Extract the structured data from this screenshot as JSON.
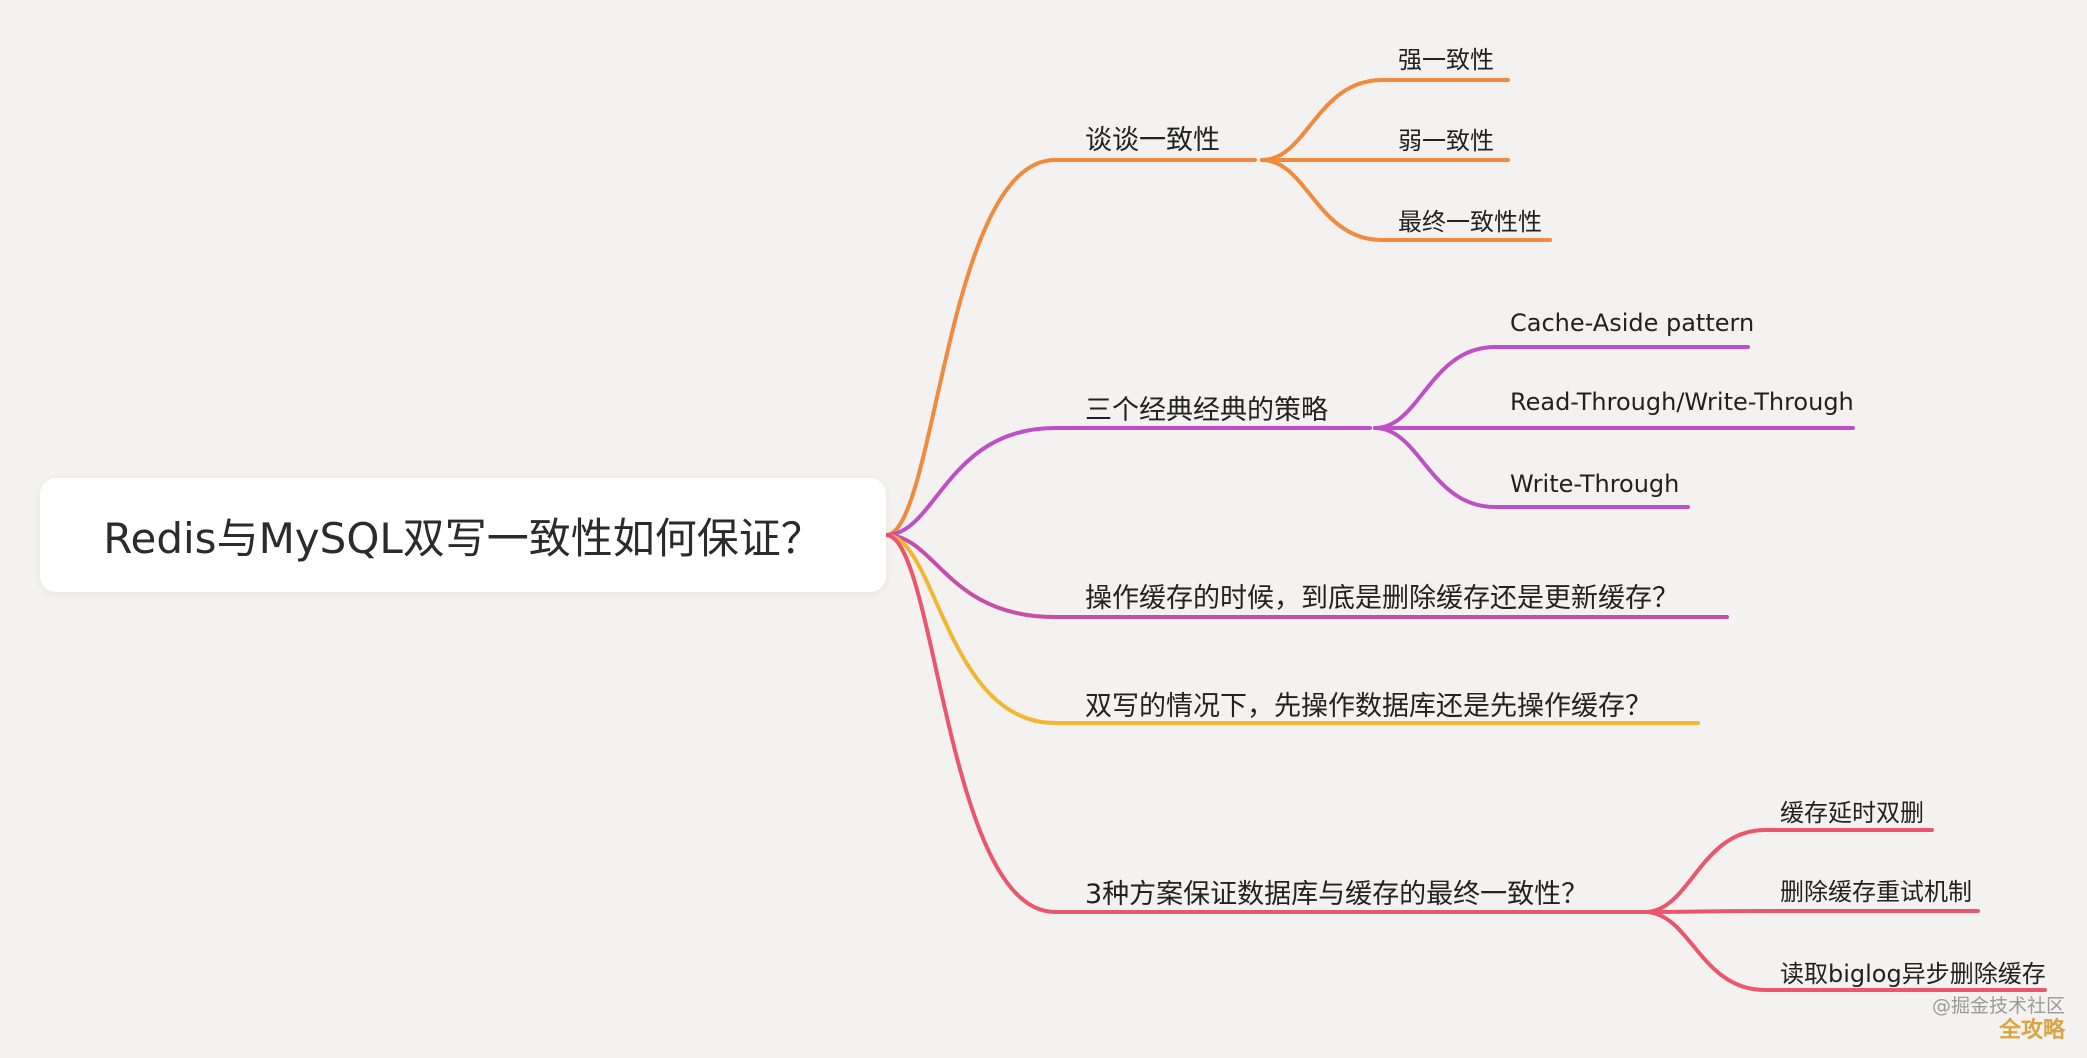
{
  "root": {
    "label": "Redis与MySQL双写一致性如何保证？"
  },
  "colors": {
    "orange": "#f08a3c",
    "purple": "#bf4fc6",
    "magenta": "#c64da8",
    "yellow": "#f1b733",
    "pink": "#e9566e",
    "background": "#f3f2f0"
  },
  "branches": [
    {
      "label": "谈谈一致性",
      "color": "#f08a3c",
      "children": [
        "强一致性",
        "弱一致性",
        "最终一致性性"
      ]
    },
    {
      "label": "三个经典经典的策略",
      "color": "#bf4fc6",
      "children": [
        "Cache-Aside pattern",
        "Read-Through/Write-Through",
        "Write-Through"
      ]
    },
    {
      "label": "操作缓存的时候，到底是删除缓存还是更新缓存？",
      "color": "#c64da8",
      "children": []
    },
    {
      "label": "双写的情况下，先操作数据库还是先操作缓存？",
      "color": "#f1b733",
      "children": []
    },
    {
      "label": "3种方案保证数据库与缓存的最终一致性？",
      "color": "#e9566e",
      "children": [
        "缓存延时双删",
        "删除缓存重试机制",
        "读取biglog异步删除缓存"
      ]
    }
  ],
  "watermark": {
    "line1": "@掘金技术社区",
    "line2": "全攻略"
  }
}
